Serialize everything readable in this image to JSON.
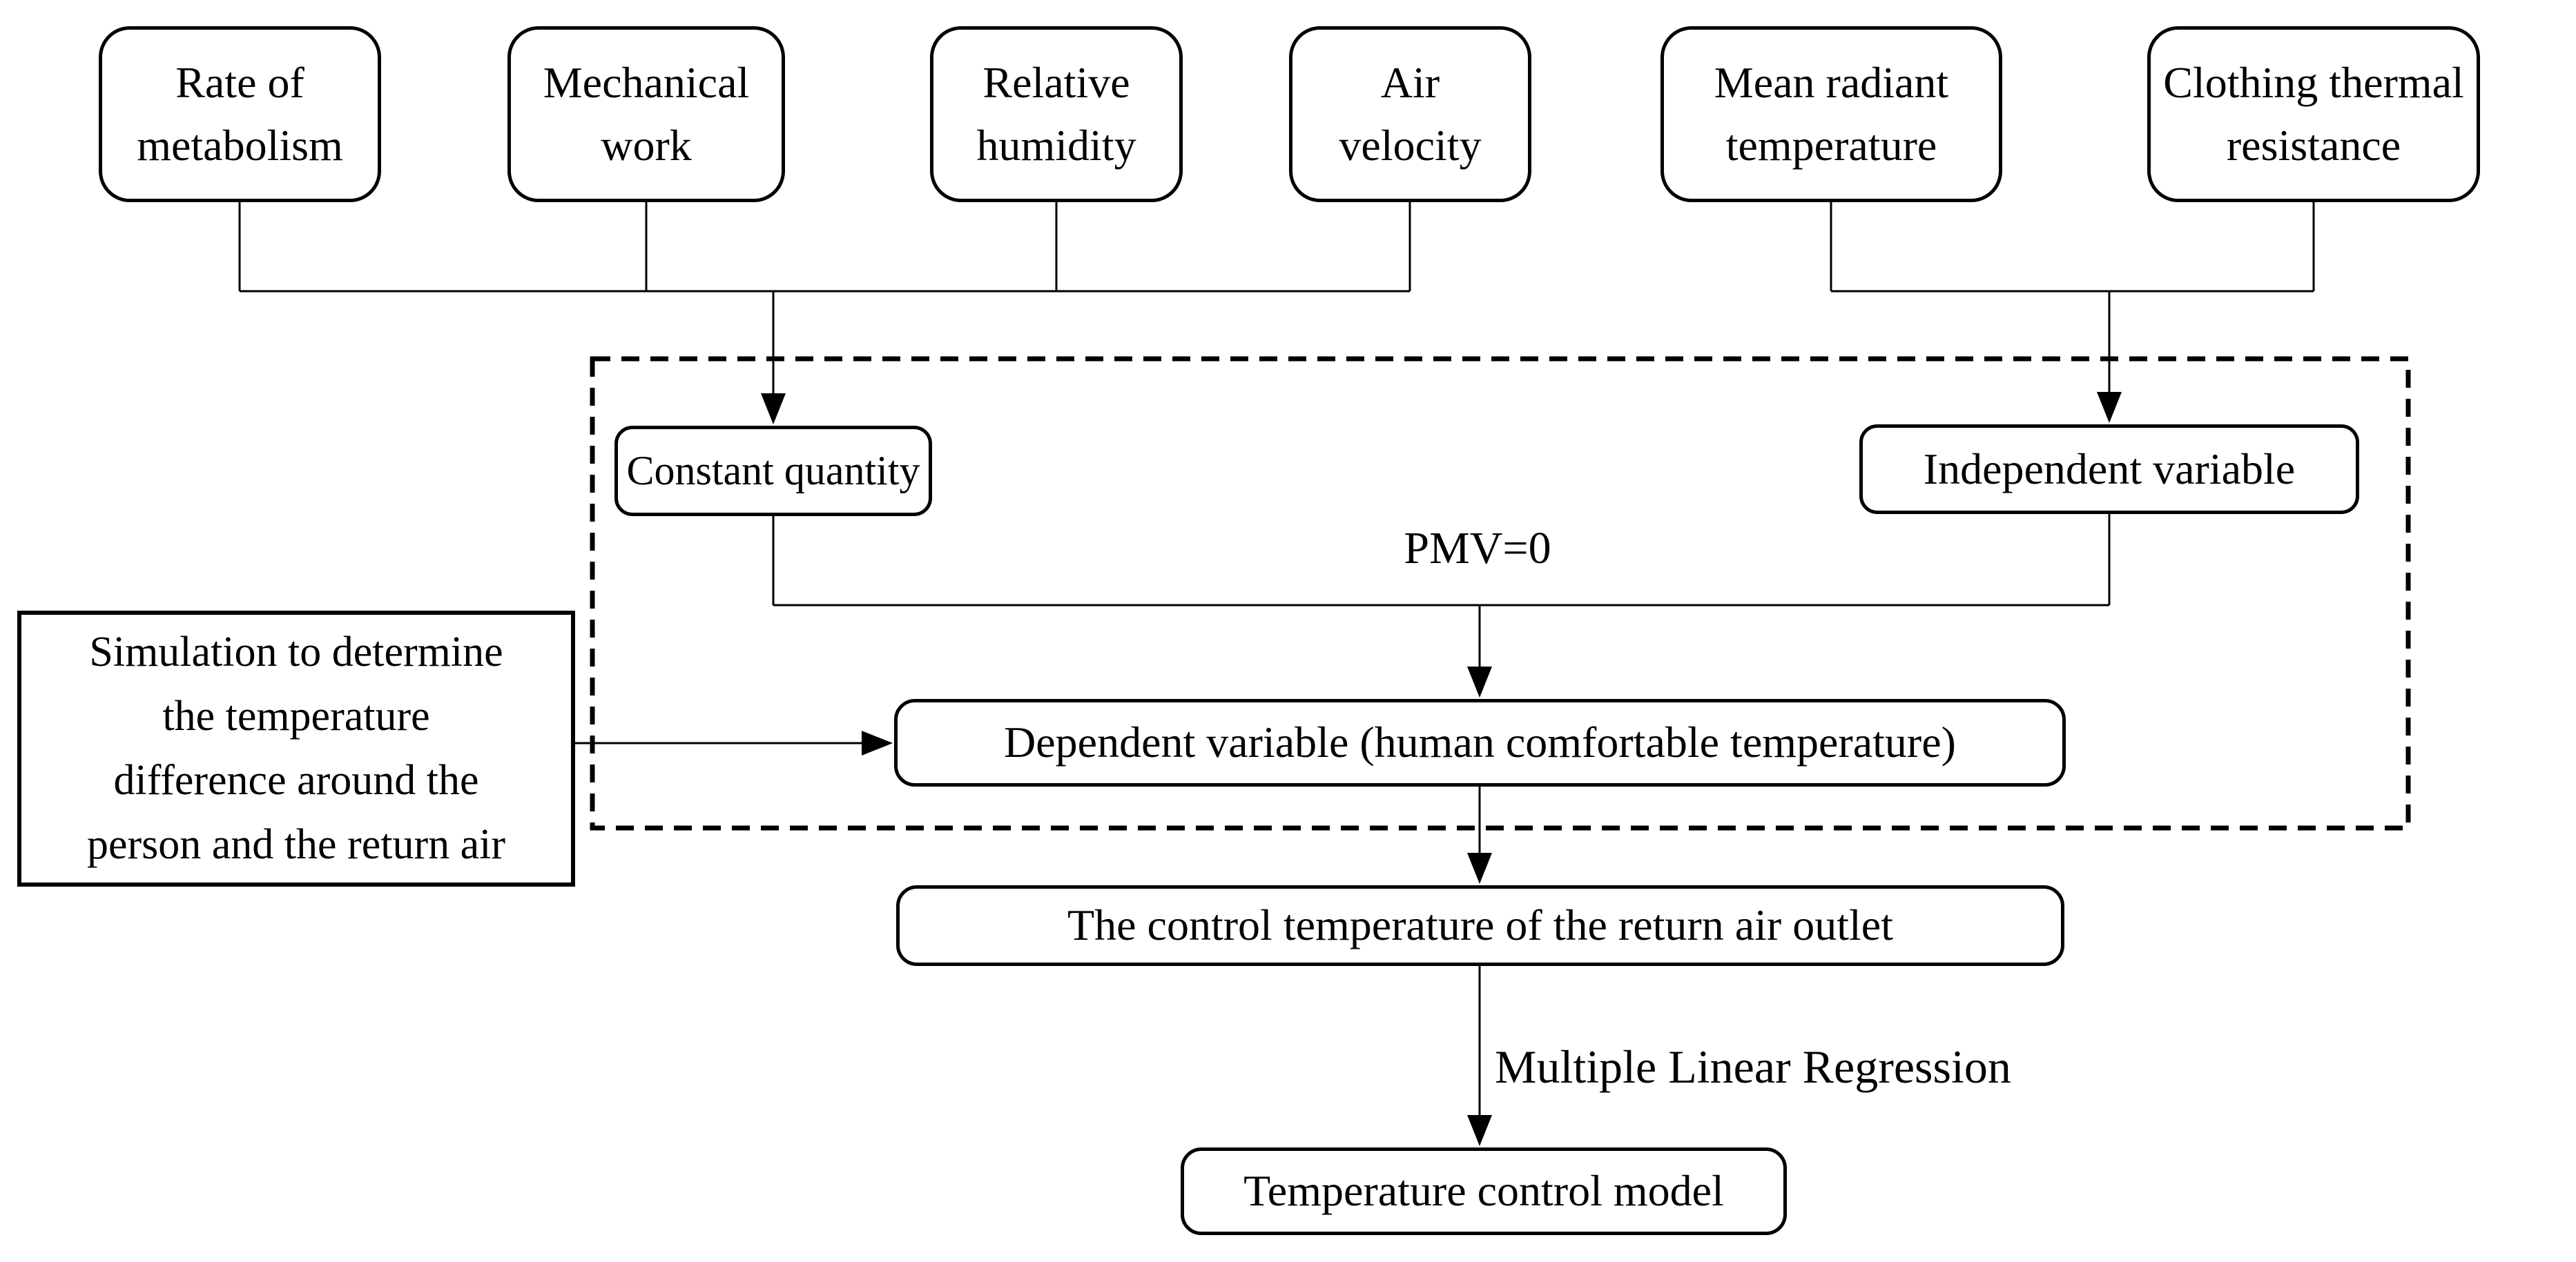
{
  "colors": {
    "background": "#ffffff",
    "stroke": "#000000",
    "text": "#000000"
  },
  "top_row": [
    {
      "label": "Rate of\nmetabolism"
    },
    {
      "label": "Mechanical\nwork"
    },
    {
      "label": "Relative\nhumidity"
    },
    {
      "label": "Air\nvelocity"
    },
    {
      "label": "Mean radiant\ntemperature"
    },
    {
      "label": "Clothing thermal\nresistance"
    }
  ],
  "dashed_group": {
    "constant_quantity": "Constant quantity",
    "independent_variable": "Independent variable",
    "pmv_annotation": "PMV=0",
    "dependent_variable": "Dependent variable (human comfortable temperature)"
  },
  "simulation_note": "Simulation to determine\nthe temperature\ndifference around the\nperson and the return air",
  "control_temperature": "The control temperature of the return air outlet",
  "regression_annotation": "Multiple Linear Regression",
  "temperature_control_model": "Temperature control model"
}
